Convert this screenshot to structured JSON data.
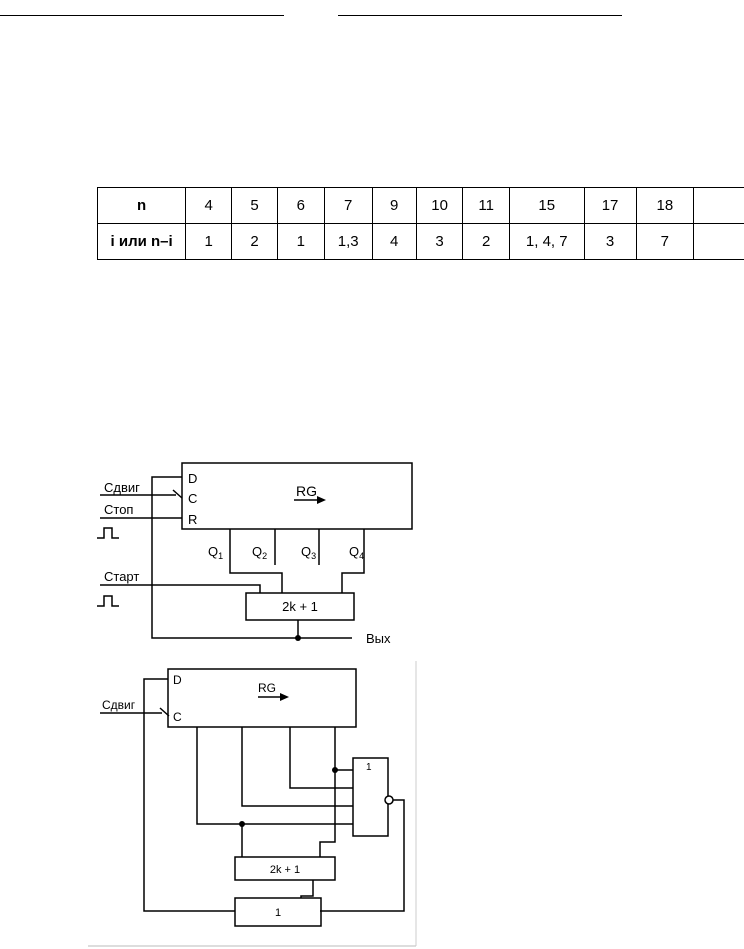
{
  "table": {
    "row_header_n": "n",
    "row_header_i": "i или n–i",
    "columns": [
      {
        "n": "4",
        "i": "1"
      },
      {
        "n": "5",
        "i": "2"
      },
      {
        "n": "6",
        "i": "1"
      },
      {
        "n": "7",
        "i": "1,3"
      },
      {
        "n": "9",
        "i": "4"
      },
      {
        "n": "10",
        "i": "3"
      },
      {
        "n": "11",
        "i": "2"
      },
      {
        "n": "15",
        "i": "1, 4, 7"
      },
      {
        "n": "17",
        "i": "3"
      },
      {
        "n": "18",
        "i": "7"
      }
    ]
  },
  "circuit1": {
    "register": "RG",
    "pin_d": "D",
    "pin_c": "C",
    "pin_r": "R",
    "in_shift": "Сдвиг",
    "in_stop": "Стоп",
    "in_start": "Старт",
    "outputs": [
      "Q1",
      "Q2",
      "Q3",
      "Q4"
    ],
    "adder": "2k + 1",
    "out": "Вых"
  },
  "circuit2": {
    "register": "RG",
    "pin_d": "D",
    "pin_c": "C",
    "in_shift": "Сдвиг",
    "or_gate": "1",
    "adder": "2k + 1",
    "trigger": "1"
  }
}
